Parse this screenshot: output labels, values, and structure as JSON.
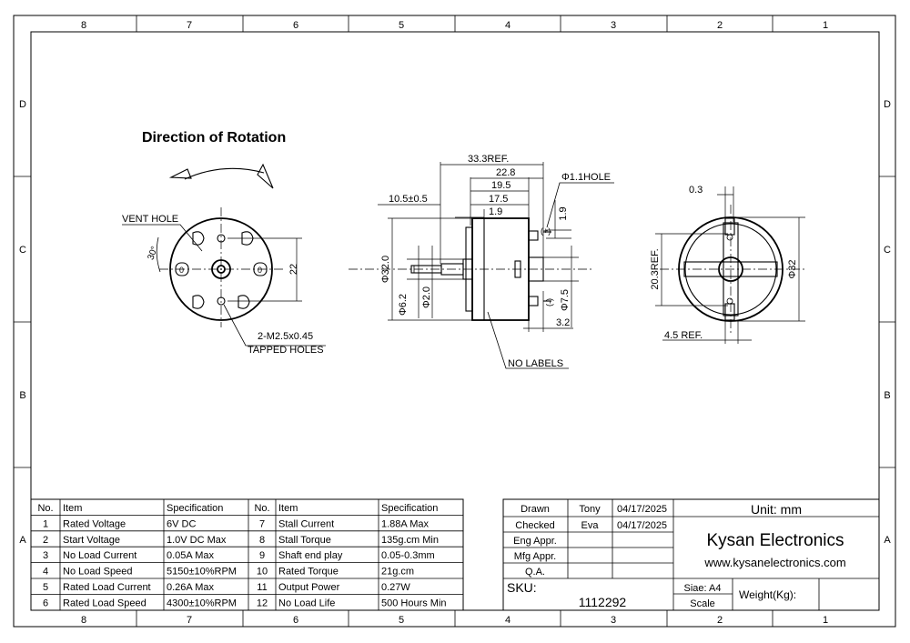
{
  "zone_columns": [
    "8",
    "7",
    "6",
    "5",
    "4",
    "3",
    "2",
    "1"
  ],
  "zone_rows": [
    "D",
    "C",
    "B",
    "A"
  ],
  "rotation_view": {
    "title": "Direction of Rotation",
    "vent_hole_label": "VENT HOLE",
    "angle_label": "30°",
    "hole_spacing_label": "22",
    "tapped_holes_label_1": "2-M2.5x0.45",
    "tapped_holes_label_2": "TAPPED HOLES",
    "zero_label": "0"
  },
  "side_view": {
    "dim_overall": "33.3REF.",
    "dim_228": "22.8",
    "dim_195": "19.5",
    "dim_175": "17.5",
    "dim_19h": "1.9",
    "dim_19v": "1.9",
    "dim_shaft_len": "10.5±0.5",
    "hole_label": "Φ1.1HOLE",
    "diameter_body": "Φ32.0",
    "diameter_shaft": "Φ2.0",
    "diameter_boss": "Φ6.2",
    "diameter_rear": "Φ7.5",
    "dim_32": "3.2",
    "plus_label": "(+)",
    "minus_label": "(-)",
    "no_labels": "NO LABELS"
  },
  "rear_view": {
    "dim_03": "0.3",
    "dim_203": "20.3REF.",
    "diameter": "Φ32",
    "dim_45": "4.5 REF."
  },
  "spec_table": {
    "headers": [
      "No.",
      "Item",
      "Specification",
      "No.",
      "Item",
      "Specification"
    ],
    "rows": [
      [
        "1",
        "Rated Voltage",
        "6V DC",
        "7",
        "Stall Current",
        "1.88A Max"
      ],
      [
        "2",
        "Start Voltage",
        "1.0V DC Max",
        "8",
        "Stall Torque",
        "135g.cm Min"
      ],
      [
        "3",
        "No Load Current",
        "0.05A Max",
        "9",
        "Shaft end play",
        "0.05-0.3mm"
      ],
      [
        "4",
        "No Load Speed",
        "5150±10%RPM",
        "10",
        "Rated Torque",
        "21g.cm"
      ],
      [
        "5",
        "Rated Load Current",
        "0.26A Max",
        "11",
        "Output Power",
        "0.27W"
      ],
      [
        "6",
        "Rated Load Speed",
        "4300±10%RPM",
        "12",
        "No Load Life",
        "500 Hours Min"
      ]
    ]
  },
  "title_block": {
    "drawn_label": "Drawn",
    "drawn_by": "Tony",
    "drawn_date": "04/17/2025",
    "checked_label": "Checked",
    "checked_by": "Eva",
    "checked_date": "04/17/2025",
    "eng_label": "Eng Appr.",
    "mfg_label": "Mfg Appr.",
    "qa_label": "Q.A.",
    "unit": "Unit: mm",
    "company": "Kysan Electronics",
    "website": "www.kysanelectronics.com",
    "sku_label": "SKU:",
    "sku": "1112292",
    "size": "Siae: A4",
    "scale_label": "Scale",
    "weight_label": "Weight(Kg):"
  }
}
